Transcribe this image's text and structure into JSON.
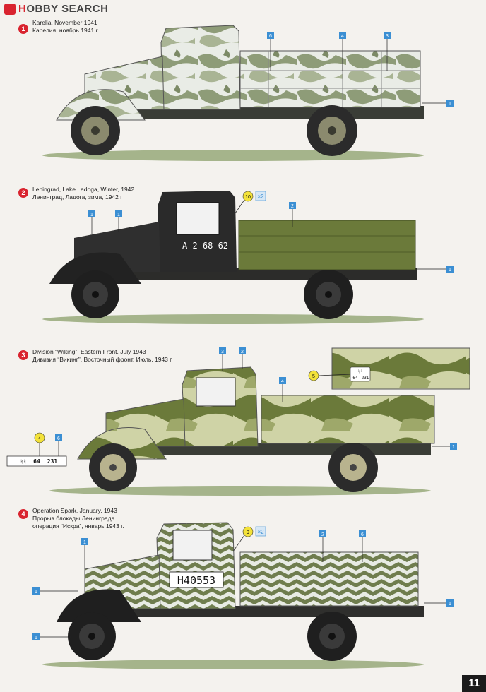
{
  "header": {
    "logo_accent": "H",
    "logo_rest": "OBBY SEARCH"
  },
  "profiles": [
    {
      "number": "1",
      "caption_en": "Karelia, November 1941",
      "caption_ru": "Карелия, ноябрь 1941 г."
    },
    {
      "number": "2",
      "caption_en": "Leningrad,  Lake Ladoga, Winter, 1942",
      "caption_ru": "Ленинград, Ладога, зима, 1942 г",
      "plate": "А-2-68-62"
    },
    {
      "number": "3",
      "caption_en": "Division “Wiking”, Eastern Front, July 1943",
      "caption_ru": "Дивизия “Викинг”, Восточный фронт, Июль, 1943 г",
      "plate_a": "64",
      "plate_b": "231",
      "plate_runes": "ᛋᛋ"
    },
    {
      "number": "4",
      "caption_en": "Operation Spark,  January, 1943",
      "caption_ru1": "Прорыв блокады Ленинграда",
      "caption_ru2": "операция “Искра”, январь 1943 г.",
      "plate": "H40553"
    }
  ],
  "callouts": {
    "p1": [
      "6",
      "4",
      "3",
      "1"
    ],
    "p2": [
      "1",
      "1",
      "2",
      "1",
      "10",
      "×2"
    ],
    "p3": [
      "3",
      "2",
      "4",
      "5",
      "4",
      "6",
      "1"
    ],
    "p4": [
      "1",
      "9",
      "×2",
      "2",
      "6",
      "1",
      "1",
      "1"
    ]
  },
  "colors": {
    "accent_red": "#d9242f",
    "callout_blue": "#3b8fd3",
    "callout_yellow": "#f3e23a",
    "olive": "#6b7a3a",
    "black_paint": "#2a2a2a"
  },
  "page_number": "11"
}
